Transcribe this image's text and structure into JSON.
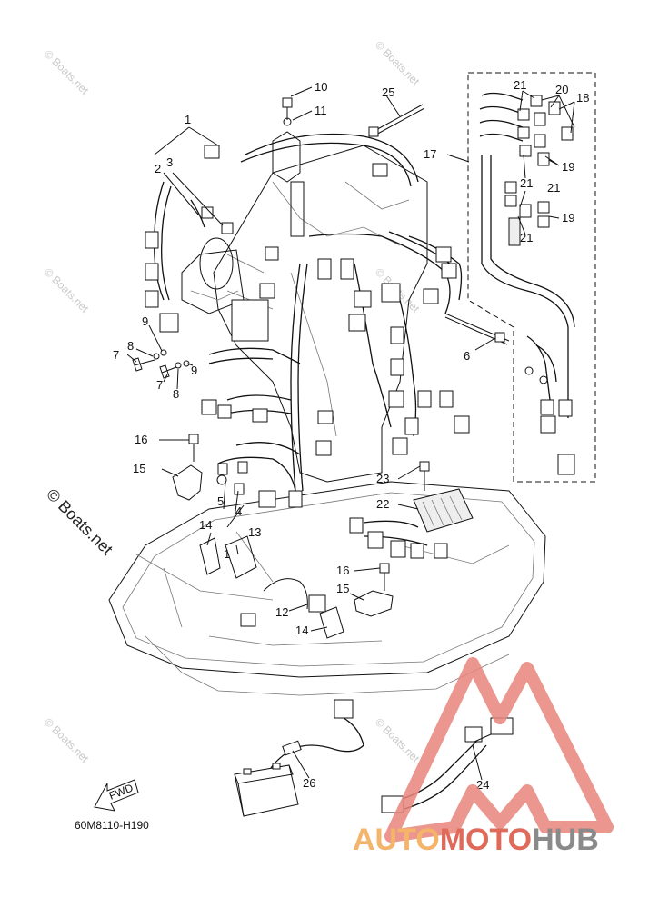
{
  "callouts": [
    "1",
    "2",
    "3",
    "4",
    "5",
    "6",
    "7",
    "8",
    "9",
    "10",
    "11",
    "12",
    "13",
    "14",
    "15",
    "16",
    "17",
    "18",
    "19",
    "20",
    "21",
    "22",
    "23",
    "24",
    "25",
    "26"
  ],
  "part_code": "60M8110-H190",
  "fwd_label": "FWD",
  "watermark": "© Boats.net",
  "logo": {
    "part1": "AUTO",
    "part2": "MOTO",
    "part3": "HUB"
  },
  "colors": {
    "logo_orange": "#f4b46a",
    "logo_red": "#e06a5a",
    "logo_gray": "#8a8a8a"
  }
}
